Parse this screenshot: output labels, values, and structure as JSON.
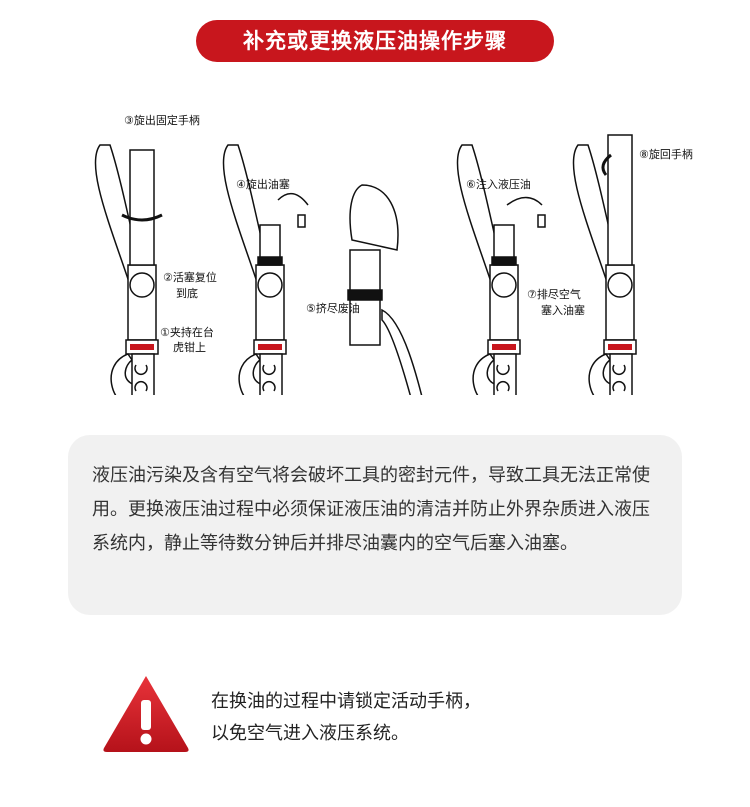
{
  "title": "补充或更换液压油操作步骤",
  "steps": {
    "s1": "①夹持在台",
    "s1b": "虎钳上",
    "s2": "②活塞复位",
    "s2b": "到底",
    "s3": "③旋出固定手柄",
    "s4": "④旋出油塞",
    "s5": "⑤挤尽废油",
    "s6": "⑥注入液压油",
    "s7": "⑦排尽空气",
    "s7b": "塞入油塞",
    "s8": "⑧旋回手柄"
  },
  "note": "液压油污染及含有空气将会破坏工具的密封元件，导致工具无法正常使用。更换液压油过程中必须保证液压油的清洁并防止外界杂质进入液压系统内，静止等待数分钟后并排尽油囊内的空气后塞入油塞。",
  "warning": {
    "line1": "在换油的过程中请锁定活动手柄，",
    "line2": "以免空气进入液压系统。"
  },
  "colors": {
    "accent": "#c8161d",
    "note_bg": "#f1f1f1"
  }
}
